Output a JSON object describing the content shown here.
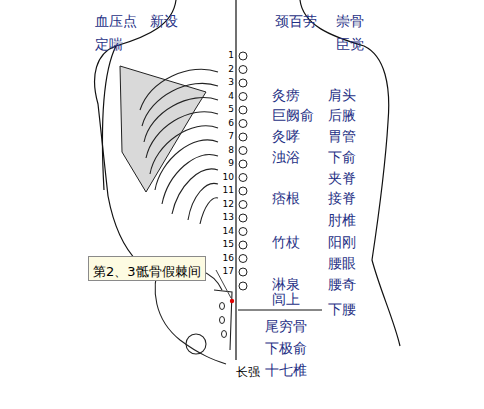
{
  "diagram": {
    "nodes": [
      {
        "text": [
          "第2、3骶骨假棘间"
        ]
      }
    ],
    "labels": [
      "血压点",
      "新设",
      "定喘",
      "颈百劳",
      "崇骨",
      "臣觉",
      "1",
      "2",
      "3",
      "4",
      "5",
      "6",
      "7",
      "8",
      "9",
      "10",
      "11",
      "12",
      "13",
      "14",
      "15",
      "16",
      "17",
      "灸痨",
      "肩头",
      "巨阙俞",
      "后腋",
      "灸哮",
      "胃管",
      "浊浴",
      "下俞",
      "夹脊",
      "痞根",
      "接脊",
      "肘椎",
      "竹杖",
      "阳刚",
      "腰眼",
      "淋泉",
      "腰奇",
      "闾上",
      "下腰",
      "尾穷骨",
      "下极俞",
      "十七椎",
      "长强"
    ]
  }
}
